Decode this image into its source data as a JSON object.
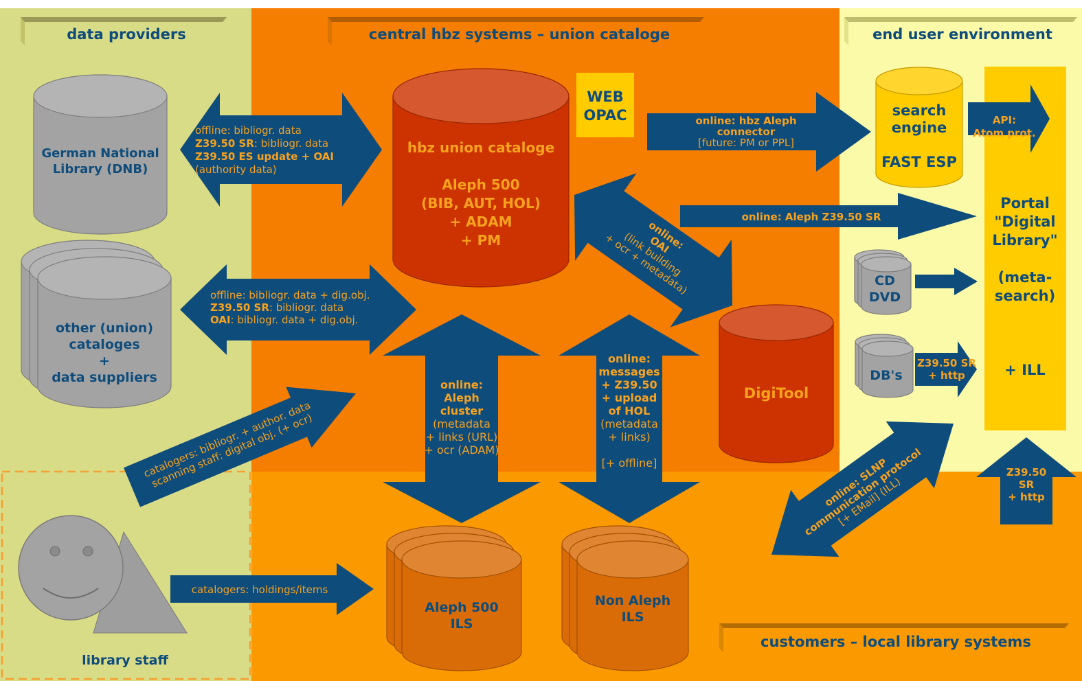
{
  "zones": {
    "providers": {
      "title": "data providers"
    },
    "central": {
      "title": "central hbz systems – union cataloge"
    },
    "enduser": {
      "title": "end user environment"
    },
    "customers": {
      "title": "customers – local library systems"
    },
    "staff": {
      "title": "library staff"
    }
  },
  "nodes": {
    "dnb": {
      "lines": [
        "German National",
        "Library (DNB)"
      ]
    },
    "other": {
      "lines": [
        "other (union)",
        "cataloges",
        "+",
        "data suppliers"
      ]
    },
    "union": {
      "lines": [
        "hbz union cataloge",
        "",
        "Aleph 500",
        "(BIB, AUT, HOL)",
        "+ ADAM",
        "+ PM"
      ]
    },
    "webopac": {
      "lines": [
        "WEB",
        "OPAC"
      ]
    },
    "digitool": {
      "lines": [
        "DigiTool"
      ]
    },
    "search": {
      "lines": [
        "search",
        "engine",
        "",
        "FAST ESP"
      ]
    },
    "portal": {
      "lines": [
        "Portal",
        "\"Digital",
        "Library\"",
        "",
        "(meta-",
        "search)",
        "",
        "",
        "",
        "+ ILL"
      ]
    },
    "cddvd": {
      "lines": [
        "CD",
        "DVD"
      ]
    },
    "dbs": {
      "lines": [
        "DB's"
      ]
    },
    "aleph_ils": {
      "lines": [
        "Aleph 500",
        "ILS"
      ]
    },
    "non_aleph": {
      "lines": [
        "Non Aleph",
        "ILS"
      ]
    }
  },
  "arrows": {
    "dnb_link": {
      "lines": [
        "offline: bibliogr. data",
        "Z39.50 SR: bibliogr. data",
        "Z39.50 ES update + OAI",
        "(authority data)"
      ]
    },
    "other_link": {
      "lines": [
        "offline: bibliogr. data + dig.obj.",
        "Z39.50 SR: bibliogr. data",
        "OAI: bibliogr. data + dig.obj."
      ]
    },
    "cataloger_link": {
      "lines": [
        "catalogers: bibliogr. + author. data",
        "scanning staff: digital obj. (+ ocr)"
      ]
    },
    "holdings_link": {
      "lines": [
        "catalogers: holdings/items"
      ]
    },
    "cluster_link": {
      "lines": [
        "online:",
        "Aleph",
        "cluster",
        "(metadata",
        "+ links (URL)",
        "+ ocr (ADAM)"
      ]
    },
    "messages_link": {
      "lines": [
        "online:",
        "messages",
        "+ Z39.50",
        "+ upload",
        "of HOL",
        "(metadata",
        "+ links)",
        "",
        "[+ offline]"
      ]
    },
    "oai_link": {
      "lines": [
        "online:",
        "OAI",
        "(link building",
        "+ ocr + metadata)"
      ]
    },
    "connector_link": {
      "lines": [
        "online: hbz Aleph",
        "connector",
        "[future: PM or PPL]"
      ]
    },
    "z3950_link": {
      "lines": [
        "online: Aleph Z39.50 SR"
      ]
    },
    "api_link": {
      "lines": [
        "API:",
        "Atom prot."
      ]
    },
    "db_link": {
      "lines": [
        "Z39.50 SR",
        "+ http"
      ]
    },
    "ill_link": {
      "lines": [
        "Z39.50",
        "SR",
        "+ http"
      ]
    },
    "slnp_link": {
      "lines": [
        "online: SLNP",
        "communication protocol",
        "[+ EMail] (ILL)"
      ]
    }
  },
  "colors": {
    "providers_bg": "#d9dc87",
    "central_bg": "#f57e00",
    "enduser_bg": "#fbfaa8",
    "customers_bg": "#fb9a00",
    "arrow": "#0e4c7c",
    "arrow_text": "#f7a21e",
    "label_blue": "#0e4c7c",
    "orange_cylinder": "#cc3300",
    "gray_cylinder": "#a3a3a3",
    "yellow": "#ffcc00",
    "ils_cylinder": "#d96c06"
  }
}
